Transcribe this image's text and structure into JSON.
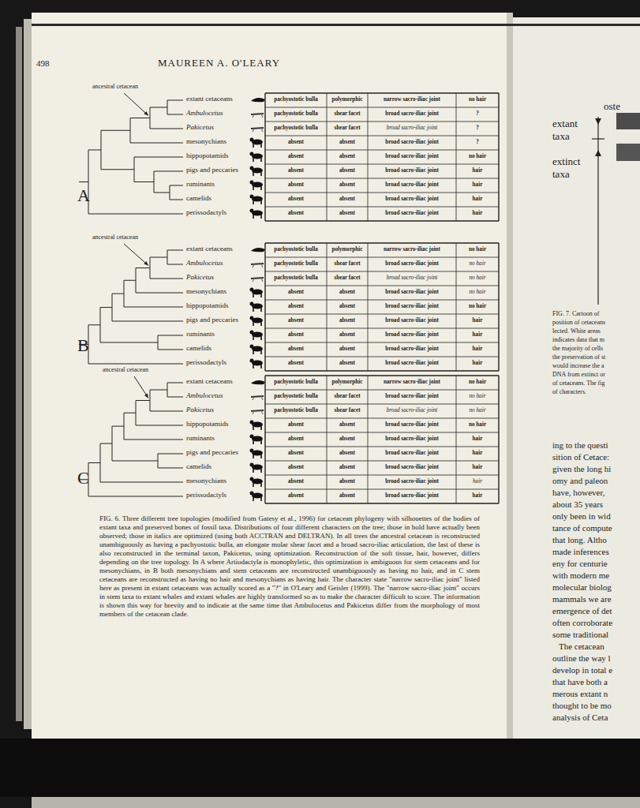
{
  "diagram": {
    "caption": "FIG. 6. Three different tree topologies (modified from Gatesy et al., 1996) for cetacean phylogeny with silhouettes of the bodies of extant taxa and preserved bones of fossil taxa. Distributions of four different characters on the tree; those in bold have actually been observed; those in italics are optimized (using both ACCTRAN and DELTRAN). In all trees the ancestral cetacean is reconstructed unambiguously as having a pachyostotic bulla, an elongate molar shear facet and a broad sacro-iliac articulation, the last of these is also reconstructed in the terminal taxon, Pakicetus, using optimization. Reconstruction of the soft tissue, hair, however, differs depending on the tree topology. In A where Artiodactyla is monophyletic, this optimization is ambiguous for stem cetaceans and for mesonychians, in B both mesonychians and stem cetaceans are reconstructed unambiguously as having no hair, and in C stem cetaceans are reconstructed as having no hair and mesonychians as having hair. The character state \"narrow sacro-iliac joint\" listed here as present in extant cetaceans was actually scored as a \"?\" in O'Leary and Geisler (1999). The \"narrow sacro-iliac joint\" occurs in stem taxa to extant whales and extant whales are highly transformed so as to make the character difficult to score. The information is shown this way for brevity and to indicate at the same time that Ambulocetus and Pakicetus differ from the morphology of most members of the cetacean clade.",
    "labels": [
      "498",
      "MAUREEN A. O'LEARY",
      "ancestral cetacean",
      "extant cetaceans",
      "Ambulocetus",
      "Pakicetus",
      "mesonychians",
      "hippopotamids",
      "pigs and peccaries",
      "ruminants",
      "camelids",
      "perissodactyls",
      "A",
      "pachyostotic bulla",
      "polymorphic",
      "narrow sacro-iliac joint",
      "no hair",
      "pachyostotic bulla",
      "shear facet",
      "broad sacro-iliac joint",
      "?",
      "pachyostotic bulla",
      "shear facet",
      "broad sacro-iliac joint",
      "?",
      "absent",
      "absent",
      "broad sacro-iliac joint",
      "?",
      "absent",
      "absent",
      "broad sacro-iliac joint",
      "no hair",
      "absent",
      "absent",
      "broad sacro-iliac joint",
      "hair",
      "absent",
      "absent",
      "broad sacro-iliac joint",
      "hair",
      "absent",
      "absent",
      "broad sacro-iliac joint",
      "hair",
      "absent",
      "absent",
      "broad sacro-iliac joint",
      "hair",
      "ancestral cetacean",
      "extant cetaceans",
      "Ambulocetus",
      "Pakicetus",
      "mesonychians",
      "hippopotamids",
      "pigs and peccaries",
      "ruminants",
      "camelids",
      "perissodactyls",
      "B",
      "pachyostotic bulla",
      "polymorphic",
      "narrow sacro-iliac joint",
      "no hair",
      "pachyostotic bulla",
      "shear facet",
      "broad sacro-iliac joint",
      "no hair",
      "pachyostotic bulla",
      "shear facet",
      "broad sacro-iliac joint",
      "no hair",
      "absent",
      "absent",
      "broad sacro-iliac joint",
      "no hair",
      "absent",
      "absent",
      "broad sacro-iliac joint",
      "no hair",
      "absent",
      "absent",
      "broad sacro-iliac joint",
      "hair",
      "absent",
      "absent",
      "broad sacro-iliac joint",
      "hair",
      "absent",
      "absent",
      "broad sacro-iliac joint",
      "hair",
      "absent",
      "absent",
      "broad sacro-iliac joint",
      "hair",
      "ancestral cetacean",
      "extant cetaceans",
      "Ambulocetus",
      "Pakicetus",
      "hippopotamids",
      "ruminants",
      "pigs and peccaries",
      "camelids",
      "mesonychians",
      "perissodactyls",
      "C",
      "pachyostotic bulla",
      "polymorphic",
      "narrow sacro-iliac joint",
      "no hair",
      "pachyostotic bulla",
      "shear facet",
      "broad sacro-iliac joint",
      "no hair",
      "pachyostotic bulla",
      "shear facet",
      "broad sacro-iliac joint",
      "no hair",
      "absent",
      "absent",
      "broad sacro-iliac joint",
      "no hair",
      "absent",
      "absent",
      "broad sacro-iliac joint",
      "hair",
      "absent",
      "absent",
      "broad sacro-iliac joint",
      "hair",
      "absent",
      "absent",
      "broad sacro-iliac joint",
      "hair",
      "absent",
      "absent",
      "broad sacro-iliac joint",
      "hair",
      "absent",
      "absent",
      "broad sacro-iliac joint",
      "hair",
      "oste",
      "extant",
      "taxa",
      "extinct",
      "taxa",
      "FIG. 7. Cartoon of",
      "position of cetaceans",
      "lected. White areas",
      "indicates data that m",
      "the majority of cells",
      "the preservation of st",
      "would increase the a",
      "DNA from extinct or",
      "of cetaceans. The fig",
      "of characters.",
      "ing to the questi",
      "sition of Cetace:",
      "given the long hi",
      "omy and paleon",
      "have, however,",
      "about 35 years",
      "only been in wid",
      "tance of compute",
      "that long. Altho",
      "made inferences",
      "eny for centurie",
      "with modern me",
      "molecular biolog",
      "mammals we are",
      "emergence of det",
      "often corroborate",
      "some traditional",
      "The cetacean",
      "outline the way l",
      "develop in total e",
      "that have both a",
      "merous extant n",
      "thought to be mo",
      "analysis of Ceta"
    ]
  }
}
